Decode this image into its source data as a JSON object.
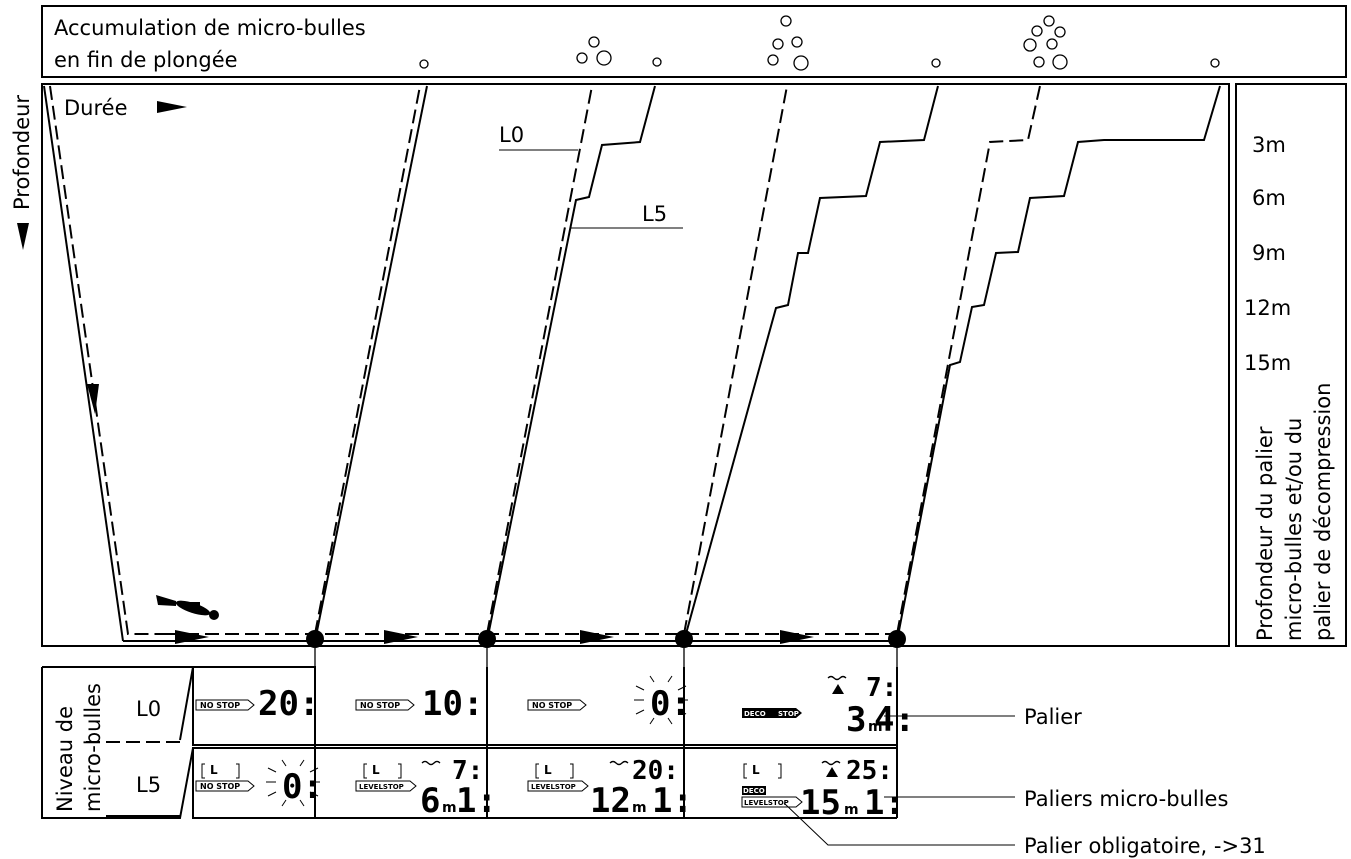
{
  "header": {
    "line1": "Accumulation de micro-bulles",
    "line2": "en fin de plongée"
  },
  "axes": {
    "duration": "Durée",
    "depth": "Profondeur"
  },
  "lines": {
    "l0": "L0",
    "l5": "L5"
  },
  "depth_scale": {
    "ticks": [
      "3m",
      "6m",
      "9m",
      "12m",
      "15m"
    ],
    "caption_line1": "Profondeur du palier",
    "caption_line2": "micro-bulles et/ou du",
    "caption_line3": "palier de décompression"
  },
  "level_panel": {
    "title_line1": "Niveau de",
    "title_line2": "micro-bulles",
    "l0": "L0",
    "l5": "L5"
  },
  "displays": {
    "d1_top": {
      "tag": "NO STOP",
      "value": "20:"
    },
    "d1_bot": {
      "tag": "NO STOP",
      "value": "0:",
      "level": "L"
    },
    "d2_top": {
      "tag": "NO STOP",
      "value": "10:"
    },
    "d2_bot": {
      "tag": "LEVELSTOP",
      "depth": "6",
      "unit": "m",
      "time": "1:",
      "asc": "7:",
      "level": "L"
    },
    "d3_top": {
      "tag": "NO STOP",
      "value": "0:"
    },
    "d3_bot": {
      "tag": "LEVELSTOP",
      "depth": "12",
      "unit": "m",
      "time": "1:",
      "asc": "20:",
      "level": "L"
    },
    "d4_top": {
      "tag1": "DECO",
      "tag2": "STOP",
      "depth": "3",
      "unit": "m",
      "time": "4:",
      "asc": "7:"
    },
    "d4_bot": {
      "tag1": "DECO",
      "tag2": "LEVELSTOP",
      "depth": "15",
      "unit": "m",
      "time": "1:",
      "asc": "25:",
      "level": "L"
    }
  },
  "callouts": {
    "palier": "Palier",
    "paliers_micro": "Paliers micro-bulles",
    "palier_obligatoire": "Palier obligatoire, ->31"
  }
}
